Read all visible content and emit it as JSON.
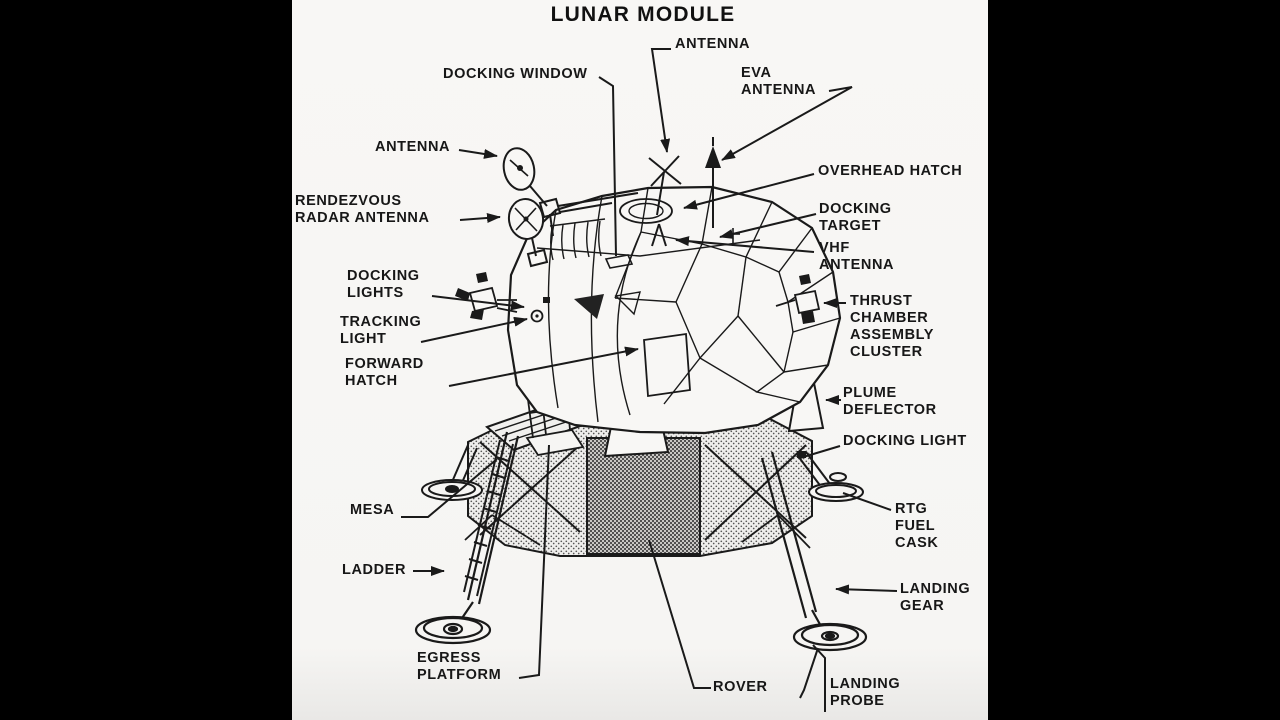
{
  "title": "LUNAR MODULE",
  "labels": {
    "antenna_top": "ANTENNA",
    "docking_window": "DOCKING WINDOW",
    "eva_antenna": "EVA\nANTENNA",
    "antenna_left": "ANTENNA",
    "rendezvous_radar_antenna": "RENDEZVOUS\nRADAR ANTENNA",
    "overhead_hatch": "OVERHEAD HATCH",
    "docking_target": "DOCKING\nTARGET",
    "vhf_antenna": "VHF\nANTENNA",
    "docking_lights": "DOCKING\nLIGHTS",
    "thrust_chamber_assembly_cluster": "THRUST\nCHAMBER\nASSEMBLY\nCLUSTER",
    "tracking_light": "TRACKING\nLIGHT",
    "forward_hatch": "FORWARD\nHATCH",
    "plume_deflector": "PLUME\nDEFLECTOR",
    "docking_light": "DOCKING LIGHT",
    "mesa": "MESA",
    "rtg_fuel_cask": "RTG\nFUEL\nCASK",
    "ladder": "LADDER",
    "landing_gear": "LANDING\nGEAR",
    "egress_platform": "EGRESS\nPLATFORM",
    "rover": "ROVER",
    "landing_probe": "LANDING\nPROBE"
  },
  "colors": {
    "background": "#000000",
    "paper": "#f6f5f3",
    "ink": "#1a1a1a"
  }
}
